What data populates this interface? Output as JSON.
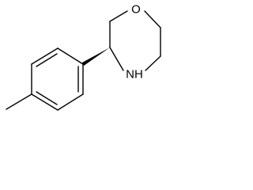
{
  "molecule": {
    "atoms": {
      "oxygen": "O",
      "nitrogen": "NH"
    },
    "stereo_bond": "wedge"
  },
  "colors": {
    "bond": "#000000",
    "background": "#ffffff"
  }
}
